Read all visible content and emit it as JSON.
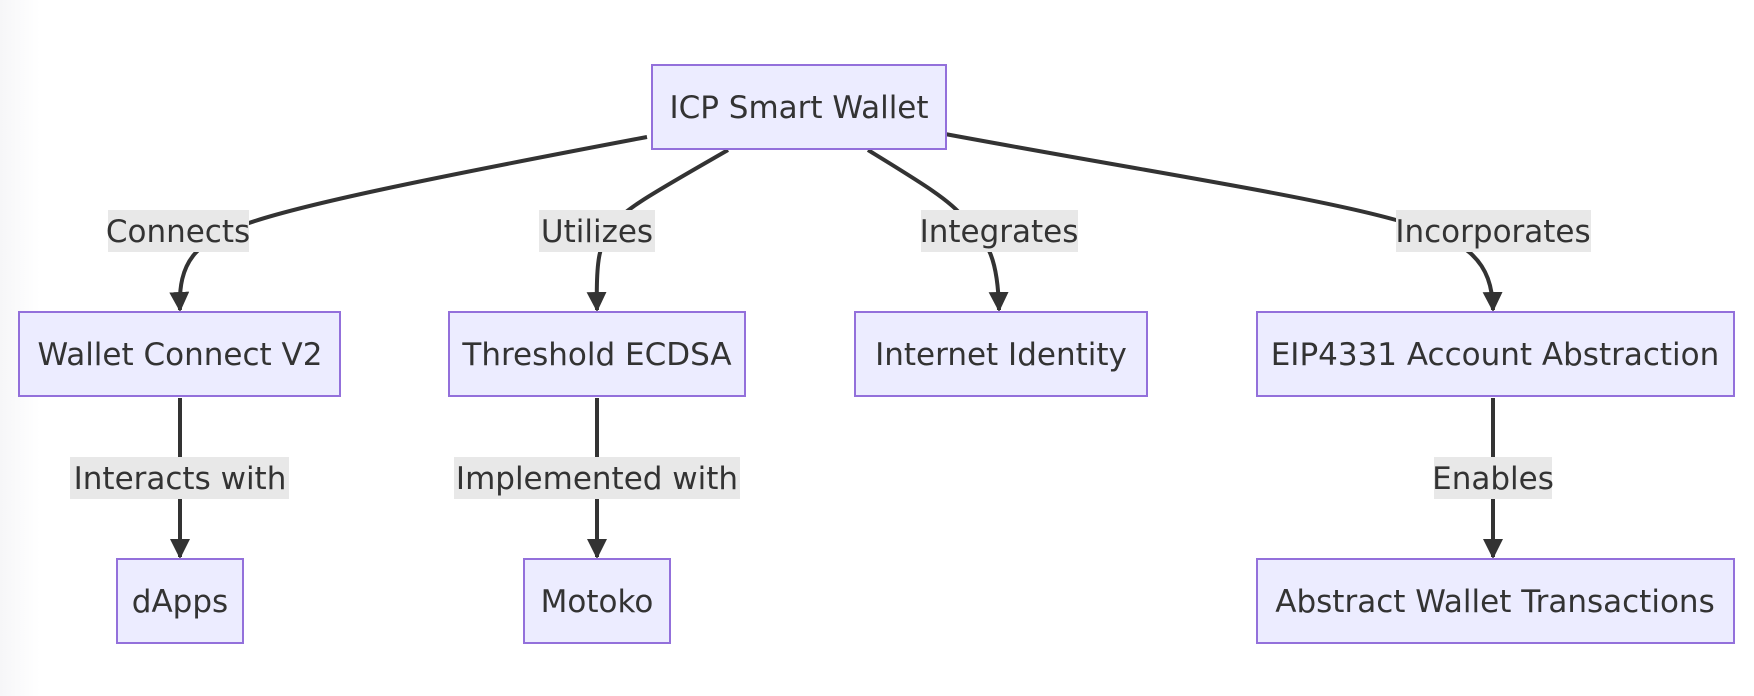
{
  "diagram": {
    "type": "flowchart",
    "direction": "top-down",
    "colors": {
      "node_fill": "#ececff",
      "node_border": "#9370db",
      "edge": "#333333",
      "label_bg": "#e8e8e8",
      "text": "#333333"
    },
    "nodes": {
      "icp": "ICP Smart Wallet",
      "wc": "Wallet Connect V2",
      "tecdsa": "Threshold ECDSA",
      "ii": "Internet Identity",
      "eip": "EIP4331 Account Abstraction",
      "dapps": "dApps",
      "motoko": "Motoko",
      "awt": "Abstract Wallet Transactions"
    },
    "edges": {
      "icp_wc": {
        "from": "ICP Smart Wallet",
        "to": "Wallet Connect V2",
        "label": "Connects"
      },
      "icp_tecdsa": {
        "from": "ICP Smart Wallet",
        "to": "Threshold ECDSA",
        "label": "Utilizes"
      },
      "icp_ii": {
        "from": "ICP Smart Wallet",
        "to": "Internet Identity",
        "label": "Integrates"
      },
      "icp_eip": {
        "from": "ICP Smart Wallet",
        "to": "EIP4331 Account Abstraction",
        "label": "Incorporates"
      },
      "wc_dapps": {
        "from": "Wallet Connect V2",
        "to": "dApps",
        "label": "Interacts with"
      },
      "tecdsa_motoko": {
        "from": "Threshold ECDSA",
        "to": "Motoko",
        "label": "Implemented with"
      },
      "eip_awt": {
        "from": "EIP4331 Account Abstraction",
        "to": "Abstract Wallet Transactions",
        "label": "Enables"
      }
    }
  }
}
